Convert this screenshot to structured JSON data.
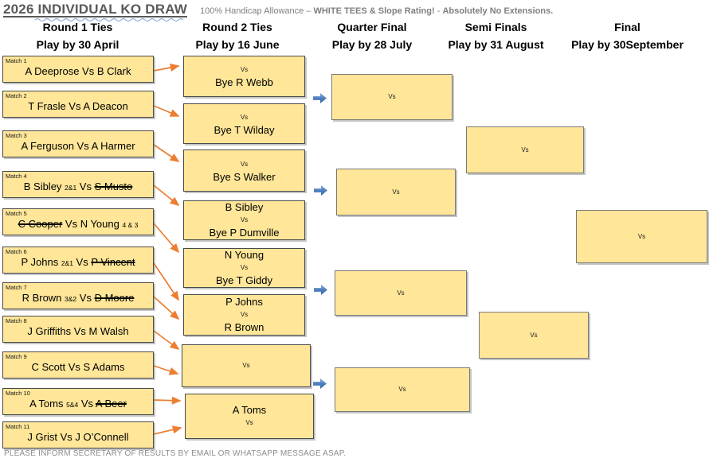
{
  "colors": {
    "box_fill": "#FFE699",
    "title_gray": "#595959",
    "subtitle_gray": "#7F7F7F",
    "footer_gray": "#8C8C8C",
    "connector_orange": "#ED7D31",
    "arrow_blue": "#4F81BD"
  },
  "header": {
    "title": "2026 INDIVIDUAL KO DRAW",
    "subtitle_plain": "100% Handicap Allowance – ",
    "subtitle_bold": "WHITE TEES & Slope Rating!",
    "subtitle_dash": "  -  ",
    "subtitle_bold2": "Absolutely No Extensions."
  },
  "columns": [
    {
      "label": "Round 1 Ties",
      "sublabel": "Play by 30 April"
    },
    {
      "label": "Round 2 Ties",
      "sublabel": "Play by 16 June"
    },
    {
      "label": "Quarter Final",
      "sublabel": "Play by 28 July"
    },
    {
      "label": "Semi Finals",
      "sublabel": "Play by 31 August"
    },
    {
      "label": "Final",
      "sublabel": "Play by 30September"
    }
  ],
  "round1": [
    {
      "label": "Match 1",
      "segments": [
        {
          "text": "A Deeprose Vs B Clark"
        }
      ]
    },
    {
      "label": "Match 2",
      "segments": [
        {
          "text": "T Frasle Vs A Deacon"
        }
      ]
    },
    {
      "label": "Match 3",
      "segments": [
        {
          "text": "A Ferguson Vs A Harmer"
        }
      ]
    },
    {
      "label": "Match 4",
      "segments": [
        {
          "text": "B Sibley "
        },
        {
          "text": "2&1",
          "small": true
        },
        {
          "text": " Vs "
        },
        {
          "text": "S Musto",
          "strike": true
        }
      ]
    },
    {
      "label": "Match 5",
      "segments": [
        {
          "text": "C Cooper",
          "strike": true
        },
        {
          "text": " Vs N Young "
        },
        {
          "text": "4 & 3",
          "small": true
        }
      ]
    },
    {
      "label": "Match 6",
      "segments": [
        {
          "text": "P Johns "
        },
        {
          "text": "2&1",
          "small": true
        },
        {
          "text": " Vs "
        },
        {
          "text": "P Vincent",
          "strike": true
        }
      ]
    },
    {
      "label": "Match 7",
      "segments": [
        {
          "text": "R Brown "
        },
        {
          "text": "3&2",
          "small": true
        },
        {
          "text": " Vs "
        },
        {
          "text": "D Moore",
          "strike": true
        }
      ]
    },
    {
      "label": "Match 8",
      "segments": [
        {
          "text": "J Griffiths Vs M Walsh"
        }
      ]
    },
    {
      "label": "Match 9",
      "segments": [
        {
          "text": "C Scott Vs S Adams"
        }
      ]
    },
    {
      "label": "Match 10",
      "segments": [
        {
          "text": "A Toms "
        },
        {
          "text": "5&4",
          "small": true
        },
        {
          "text": " Vs "
        },
        {
          "text": "A Beer",
          "strike": true
        }
      ]
    },
    {
      "label": "Match 11",
      "segments": [
        {
          "text": "J Grist Vs J O’Connell"
        }
      ]
    }
  ],
  "round2": [
    {
      "lines": [
        {
          "text": "Vs",
          "small": true
        },
        {
          "text": "Bye R Webb"
        }
      ]
    },
    {
      "lines": [
        {
          "text": "Vs",
          "small": true
        },
        {
          "text": "Bye T Wilday"
        }
      ]
    },
    {
      "lines": [
        {
          "text": "Vs",
          "small": true
        },
        {
          "text": "Bye S Walker"
        }
      ]
    },
    {
      "lines": [
        {
          "text": "B Sibley"
        },
        {
          "text": "Vs",
          "small": true
        },
        {
          "text": "Bye P Dumville"
        }
      ]
    },
    {
      "lines": [
        {
          "text": "N Young"
        },
        {
          "text": "Vs",
          "small": true
        },
        {
          "text": "Bye T Giddy"
        }
      ]
    },
    {
      "lines": [
        {
          "text": "P Johns"
        },
        {
          "text": "Vs",
          "small": true
        },
        {
          "text": "R Brown"
        }
      ]
    },
    {
      "lines": [
        {
          "text": "Vs",
          "small": true
        }
      ]
    },
    {
      "lines": [
        {
          "text": "A Toms"
        },
        {
          "text": "Vs",
          "small": true
        }
      ]
    }
  ],
  "quarter_finals": [
    {
      "vs": "Vs"
    },
    {
      "vs": "Vs"
    },
    {
      "vs": "Vs"
    },
    {
      "vs": "Vs"
    }
  ],
  "semi_finals": [
    {
      "vs": "Vs"
    },
    {
      "vs": "Vs"
    }
  ],
  "final": [
    {
      "vs": "Vs"
    }
  ],
  "footer": "PLEASE INFORM SECRETARY OF RESULTS BY EMAIL OR WHATSAPP MESSAGE ASAP."
}
